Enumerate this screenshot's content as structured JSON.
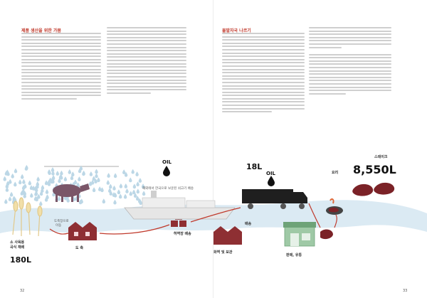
{
  "left_page": {
    "heading": "제품 생산을 위한 가뭄",
    "folio": "32"
  },
  "right_page": {
    "heading": "물발자국 나르기",
    "folio": "33"
  },
  "diagram": {
    "grain": {
      "line1": "소 사육용",
      "line2": "곡식 재배",
      "amount": "180L"
    },
    "import": {
      "line1": "도축장으로",
      "line2": "이동"
    },
    "slaughter": {
      "title": "도 축"
    },
    "ship": {
      "caption": "해외에서 한국으로 보운된 쇠고기 배송",
      "oil": "OIL"
    },
    "dock": {
      "title": "하역장 배송"
    },
    "truck": {
      "amount": "18L",
      "oil": "OIL"
    },
    "delivery": {
      "title": "배송"
    },
    "warehouse": {
      "title": "화역 및 보관"
    },
    "shop": {
      "title": "판매, 유통"
    },
    "cook": {
      "title": "요리"
    },
    "steak": {
      "title": "스테이크",
      "amount": "8,550L"
    }
  },
  "colors": {
    "accent": "#c0392b",
    "river": "#dbeaf3",
    "rain": "#bcd7e6",
    "building": "#8e2f33",
    "meat": "#7b2227"
  }
}
